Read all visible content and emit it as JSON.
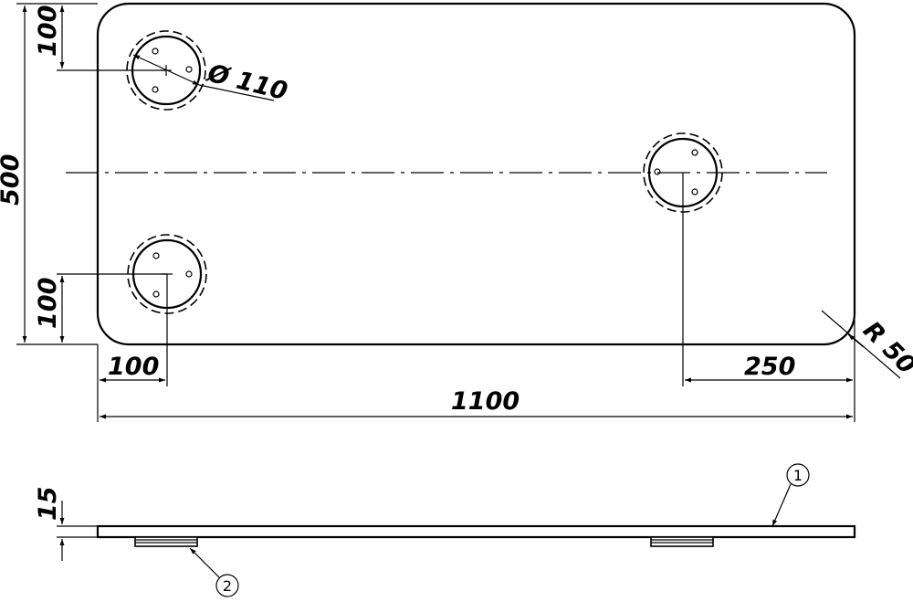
{
  "drawing": {
    "top_view": {
      "dimensions": {
        "overall_height": "500",
        "top_offset": "100",
        "bottom_offset": "100",
        "left_offset": "100",
        "right_offset": "250",
        "overall_length": "1100",
        "foot_diameter": "Ø 110",
        "corner_radius": "R 50"
      }
    },
    "side_view": {
      "dimensions": {
        "thickness": "15"
      },
      "callouts": {
        "plate": "1",
        "foot": "2"
      }
    }
  }
}
